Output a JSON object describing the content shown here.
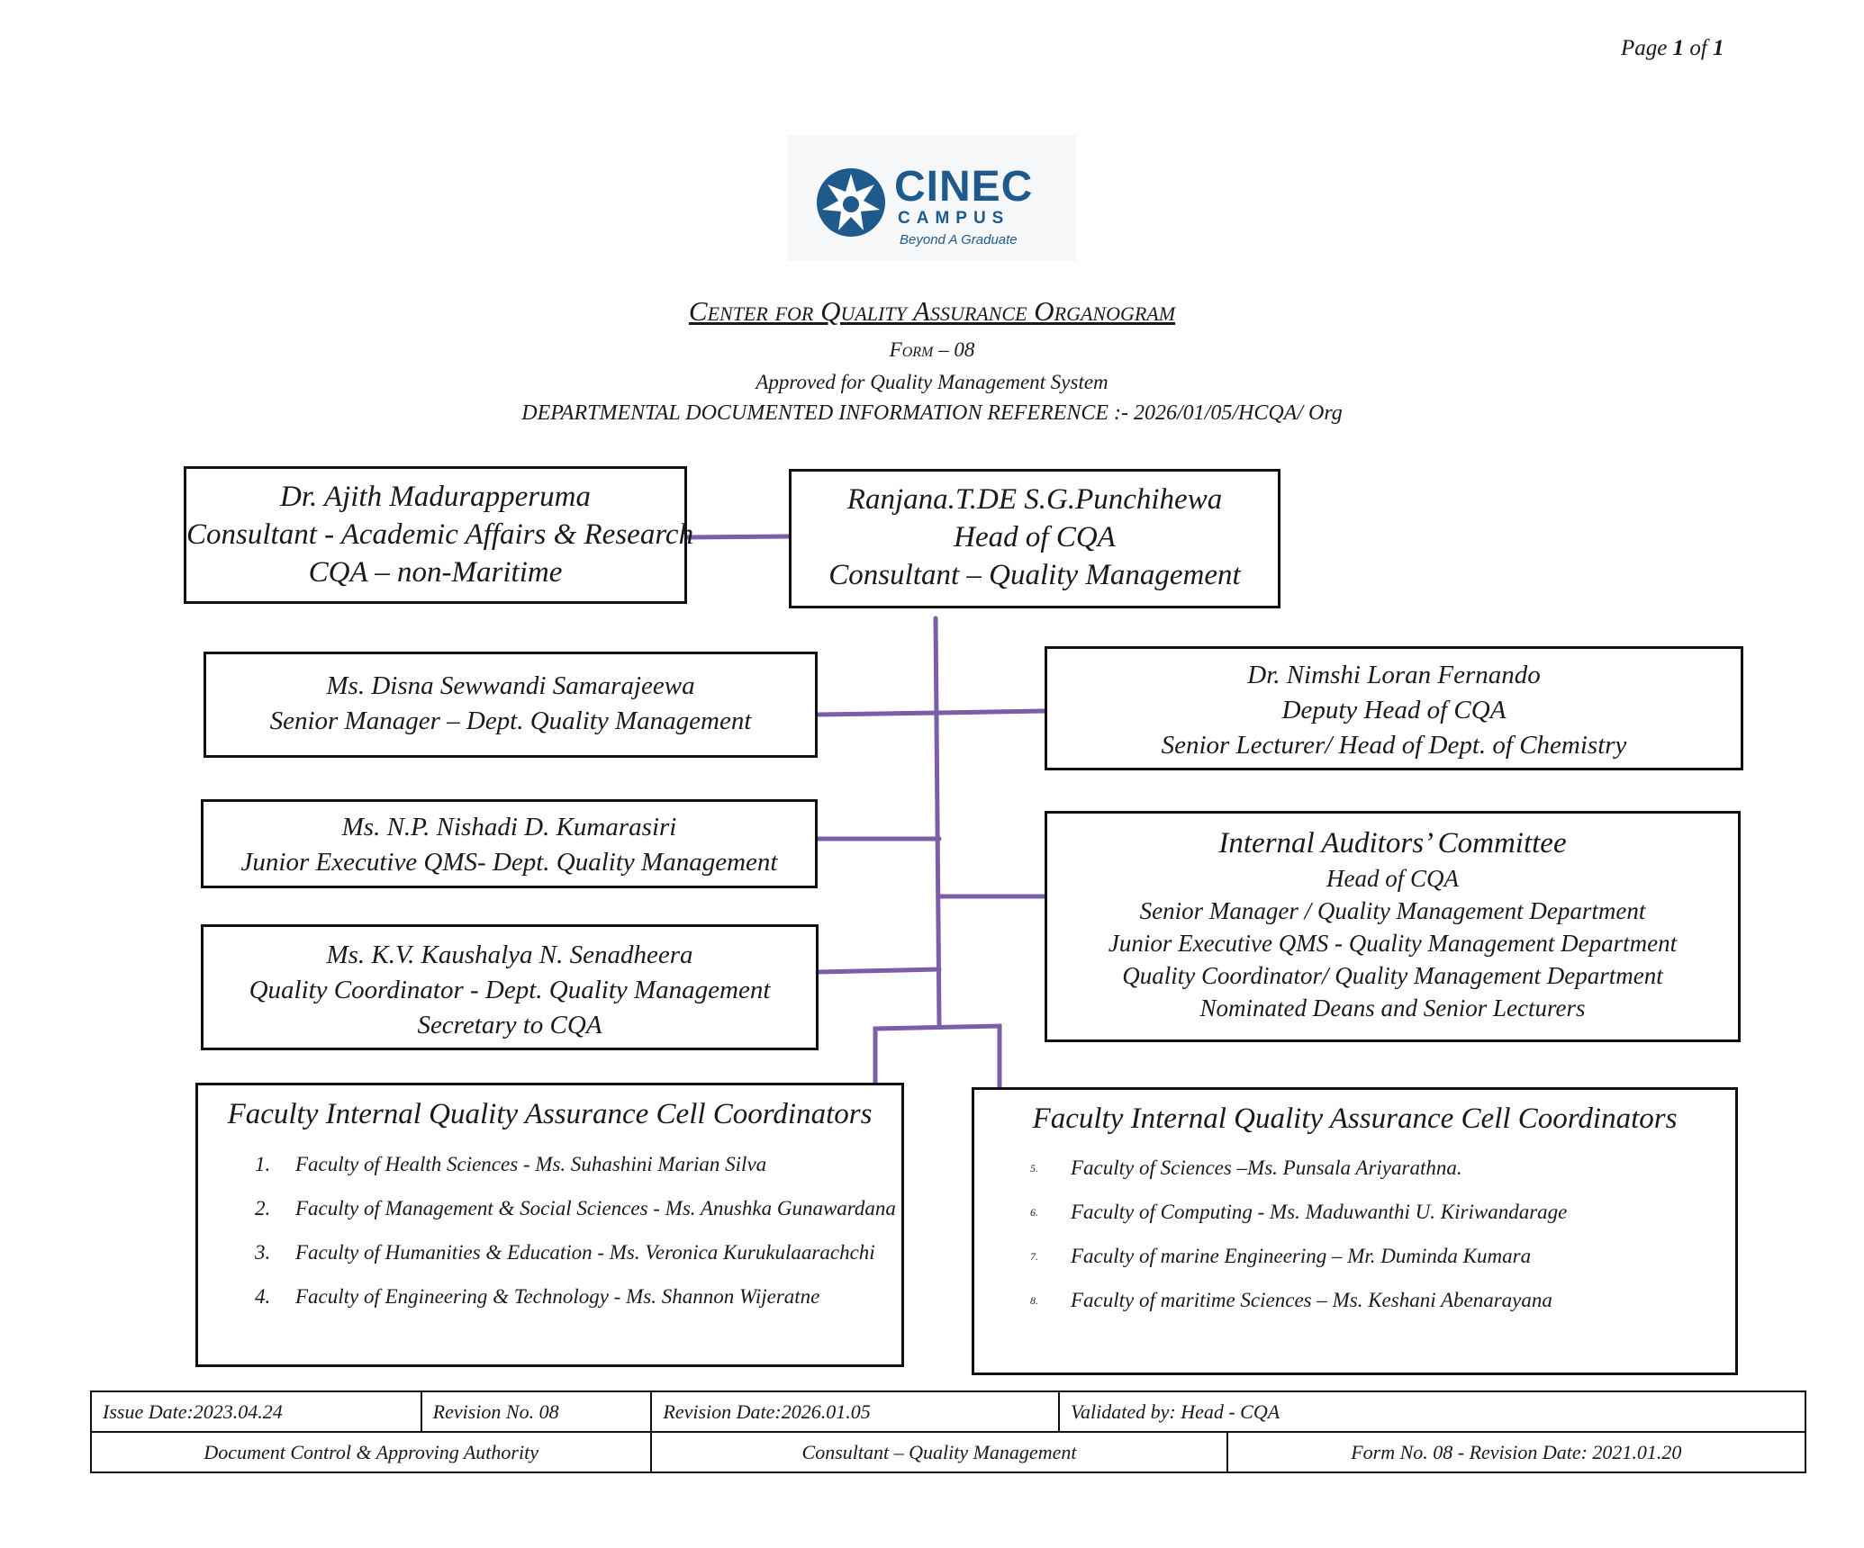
{
  "page": {
    "number_label": "Page",
    "number_current": "1",
    "number_of": "of",
    "number_total": "1"
  },
  "logo": {
    "name": "CINEC",
    "campus": "CAMPUS",
    "tagline": "Beyond A Graduate",
    "color": "#1f5a8c"
  },
  "header": {
    "title": "Center for Quality Assurance Organogram",
    "form": "Form – 08",
    "approved": "Approved for Quality Management System",
    "reference": "DEPARTMENTAL DOCUMENTED INFORMATION REFERENCE :- 2026/01/05/HCQA/ Org"
  },
  "nodes": {
    "consultant_academic": {
      "name": "Dr. Ajith Madurapperuma",
      "role": "Consultant - Academic Affairs & Research",
      "scope": "CQA – non-Maritime"
    },
    "head": {
      "name": "Ranjana.T.DE S.G.Punchihewa",
      "role": "Head of CQA",
      "scope": "Consultant – Quality Management"
    },
    "senior_manager": {
      "name": "Ms. Disna Sewwandi Samarajeewa",
      "role": "Senior Manager – Dept. Quality Management"
    },
    "deputy_head": {
      "name": "Dr. Nimshi Loran Fernando",
      "role": "Deputy Head of CQA",
      "scope": "Senior Lecturer/ Head of Dept. of Chemistry"
    },
    "junior_exec": {
      "name": "Ms. N.P. Nishadi D. Kumarasiri",
      "role": "Junior Executive QMS- Dept. Quality Management"
    },
    "auditors": {
      "title": "Internal Auditors’ Committee",
      "members": [
        "Head of CQA",
        "Senior Manager / Quality Management Department",
        "Junior Executive QMS - Quality Management Department",
        "Quality Coordinator/ Quality Management Department",
        "Nominated Deans and Senior Lecturers"
      ]
    },
    "coordinator": {
      "name": "Ms. K.V. Kaushalya N. Senadheera",
      "role": "Quality Coordinator - Dept. Quality Management",
      "scope": "Secretary to CQA"
    }
  },
  "faculty_left": {
    "title": "Faculty Internal Quality Assurance Cell Coordinators",
    "items": [
      {
        "num": "1.",
        "text": "Faculty of Health Sciences - Ms. Suhashini Marian Silva"
      },
      {
        "num": "2.",
        "text": "Faculty of Management & Social Sciences - Ms. Anushka Gunawardana"
      },
      {
        "num": "3.",
        "text": "Faculty of Humanities & Education - Ms. Veronica Kurukulaarachchi"
      },
      {
        "num": "4.",
        "text": "Faculty of Engineering & Technology - Ms. Shannon Wijeratne"
      }
    ]
  },
  "faculty_right": {
    "title": "Faculty Internal Quality Assurance Cell Coordinators",
    "items": [
      {
        "num": "5.",
        "text": "Faculty of Sciences –Ms. Punsala Ariyarathna."
      },
      {
        "num": "6.",
        "text": "Faculty of Computing - Ms. Maduwanthi U. Kiriwandarage"
      },
      {
        "num": "7.",
        "text": "Faculty of marine Engineering – Mr. Duminda Kumara"
      },
      {
        "num": "8.",
        "text": "Faculty of maritime Sciences – Ms. Keshani Abenarayana"
      }
    ]
  },
  "footer": {
    "issue_date": "Issue Date:2023.04.24",
    "revision_no": "Revision No. 08",
    "revision_date": "Revision Date:2026.01.05",
    "validated_by": "Validated by:  Head - CQA",
    "authority": "Document Control & Approving Authority",
    "consultant": "Consultant – Quality Management",
    "form_no": "Form No. 08 - Revision Date: 2021.01.20"
  },
  "colors": {
    "connector": "#7b5ea7",
    "text": "#1a1a1a",
    "border": "#111111"
  }
}
